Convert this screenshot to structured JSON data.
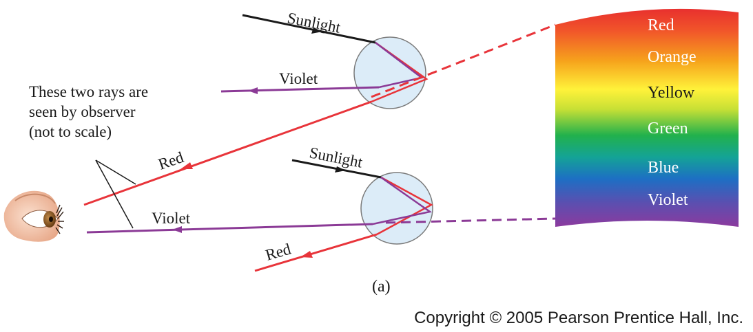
{
  "note": {
    "line1": "These two rays are",
    "line2": "seen by observer",
    "line3": "(not to scale)"
  },
  "rays": {
    "top_sunlight": "Sunlight",
    "top_violet": "Violet",
    "top_red": "Red",
    "bottom_sunlight": "Sunlight",
    "bottom_violet": "Violet",
    "bottom_red": "Red"
  },
  "spectrum": {
    "bands": [
      "Red",
      "Orange",
      "Yellow",
      "Green",
      "Blue",
      "Violet"
    ],
    "label_colors": [
      "#ffffff",
      "#ffffff",
      "#1a1a1a",
      "#ffffff",
      "#ffffff",
      "#ffffff"
    ]
  },
  "caption": "(a)",
  "copyright": "Copyright © 2005 Pearson Prentice Hall, Inc.",
  "colors": {
    "red_ray": "#e8343a",
    "violet_ray": "#8b3a96",
    "sunlight_ray": "#1a1a1a",
    "droplet_fill": "#dcecf8",
    "droplet_stroke": "#7a7a7a"
  }
}
